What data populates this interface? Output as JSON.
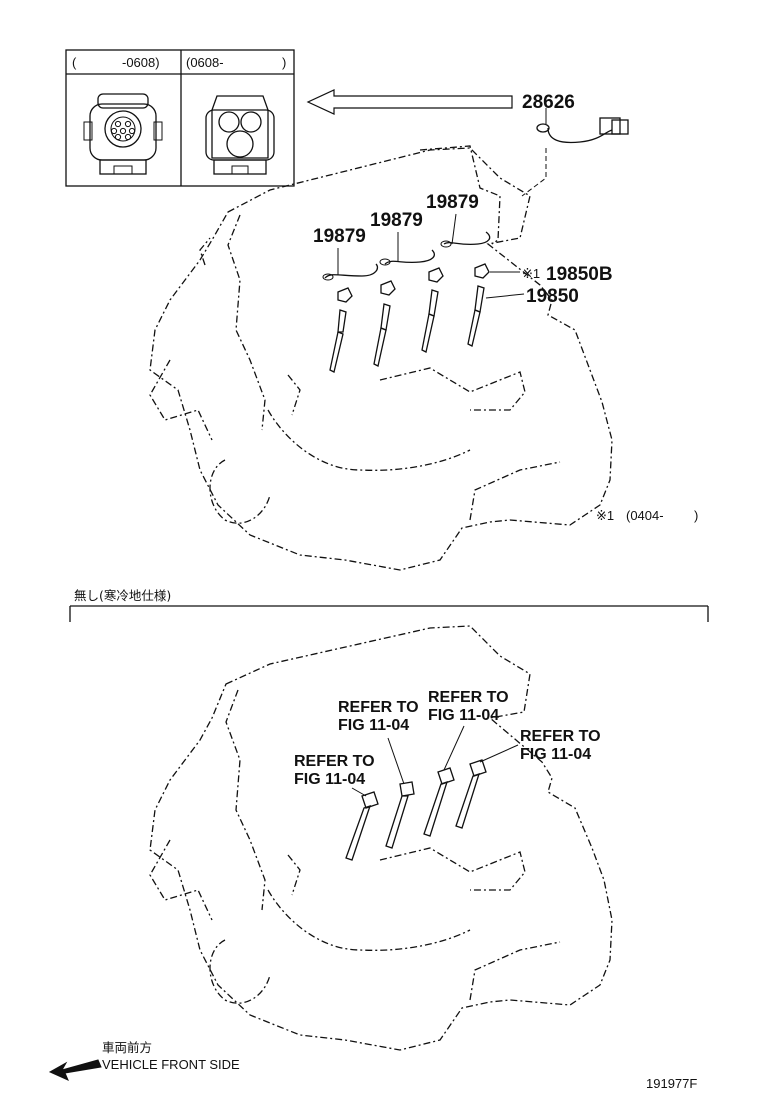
{
  "inset": {
    "left_label_open": "(",
    "left_label_range": "-0608)",
    "right_label_range": "(0608-",
    "right_label_close": ")"
  },
  "parts": {
    "wire": "28626",
    "clamp_a": "19879",
    "clamp_b": "19879",
    "clamp_c": "19879",
    "plug_b_prefix": "※1",
    "plug_b": "19850B",
    "plug": "19850"
  },
  "footnote": {
    "mark": "※1",
    "range_open": "(0404-",
    "range_close": ")"
  },
  "section2": {
    "heading": "無し(寒冷地仕様)",
    "refs": [
      {
        "line1": "REFER TO",
        "line2": "FIG 11-04"
      },
      {
        "line1": "REFER TO",
        "line2": "FIG 11-04"
      },
      {
        "line1": "REFER TO",
        "line2": "FIG 11-04"
      },
      {
        "line1": "REFER TO",
        "line2": "FIG 11-04"
      }
    ]
  },
  "direction": {
    "jp": "車両前方",
    "en": "VEHICLE FRONT SIDE",
    "icon": "arrow-left-icon"
  },
  "figure_id": "191977F"
}
